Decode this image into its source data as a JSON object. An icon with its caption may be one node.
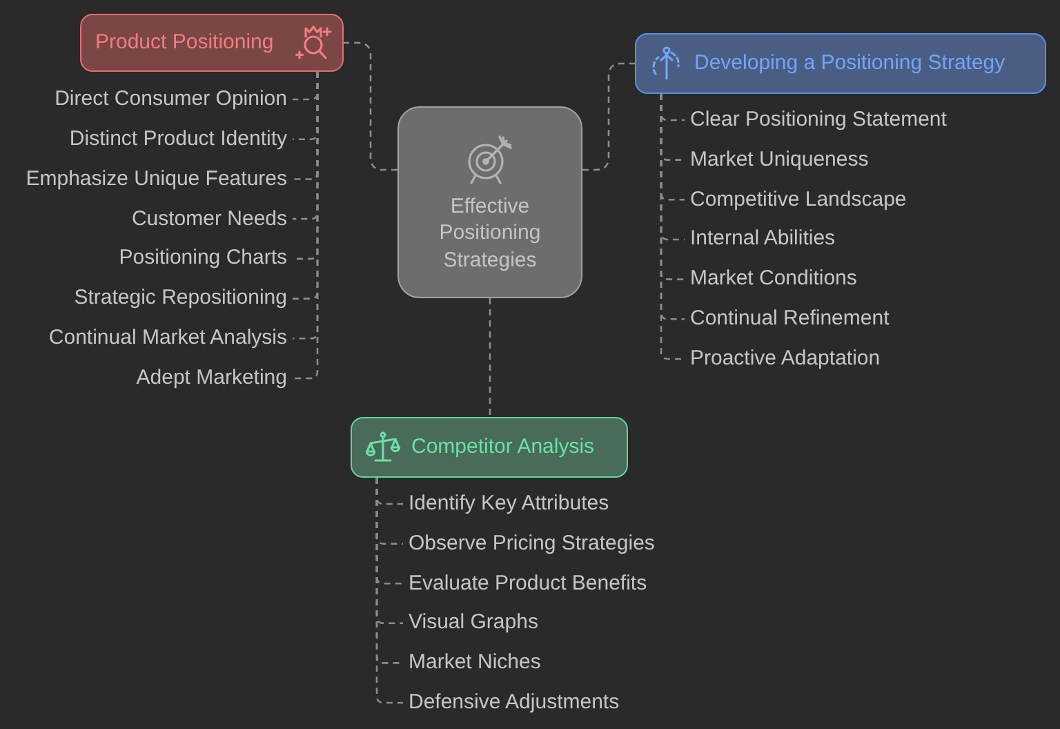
{
  "diagram": {
    "nodes": [
      {
        "text": [
          "Product Positioning"
        ]
      },
      {
        "text": [
          "Direct Consumer Opinion"
        ]
      },
      {
        "text": [
          "Distinct Product Identity"
        ]
      },
      {
        "text": [
          "Emphasize Unique Features"
        ]
      },
      {
        "text": [
          "Customer Needs"
        ]
      },
      {
        "text": [
          "Positioning Charts"
        ]
      },
      {
        "text": [
          "Strategic Repositioning"
        ]
      },
      {
        "text": [
          "Continual Market Analysis"
        ]
      },
      {
        "text": [
          "Adept Marketing"
        ]
      },
      {
        "text": [
          "Effective Positioning Strategies"
        ]
      },
      {
        "text": [
          "Developing a Positioning Strategy"
        ]
      },
      {
        "text": [
          "Clear Positioning Statement"
        ]
      },
      {
        "text": [
          "Market Uniqueness"
        ]
      },
      {
        "text": [
          "Competitive Landscape"
        ]
      },
      {
        "text": [
          "Internal Abilities"
        ]
      },
      {
        "text": [
          "Market Conditions"
        ]
      },
      {
        "text": [
          "Continual Refinement"
        ]
      },
      {
        "text": [
          "Proactive Adaptation"
        ]
      },
      {
        "text": [
          "Competitor Analysis"
        ]
      },
      {
        "text": [
          "Identify Key Attributes"
        ]
      },
      {
        "text": [
          "Observe Pricing Strategies"
        ]
      },
      {
        "text": [
          "Evaluate Product Benefits"
        ]
      },
      {
        "text": [
          "Visual Graphs"
        ]
      },
      {
        "text": [
          "Market Niches"
        ]
      },
      {
        "text": [
          "Defensive Adjustments"
        ]
      }
    ],
    "edges": [
      {
        "from": 9,
        "to": 0,
        "arrow": "none",
        "style": "dashed"
      },
      {
        "from": 9,
        "to": 10,
        "arrow": "none",
        "style": "dashed"
      },
      {
        "from": 9,
        "to": 18,
        "arrow": "none",
        "style": "dashed"
      },
      {
        "from": 0,
        "to": 1,
        "arrow": "none",
        "style": "dashed"
      },
      {
        "from": 0,
        "to": 2,
        "arrow": "none",
        "style": "dashed"
      },
      {
        "from": 0,
        "to": 3,
        "arrow": "none",
        "style": "dashed"
      },
      {
        "from": 0,
        "to": 4,
        "arrow": "none",
        "style": "dashed"
      },
      {
        "from": 0,
        "to": 5,
        "arrow": "none",
        "style": "dashed"
      },
      {
        "from": 0,
        "to": 6,
        "arrow": "none",
        "style": "dashed"
      },
      {
        "from": 0,
        "to": 7,
        "arrow": "none",
        "style": "dashed"
      },
      {
        "from": 0,
        "to": 8,
        "arrow": "none",
        "style": "dashed"
      },
      {
        "from": 10,
        "to": 11,
        "arrow": "none",
        "style": "dashed"
      },
      {
        "from": 10,
        "to": 12,
        "arrow": "none",
        "style": "dashed"
      },
      {
        "from": 10,
        "to": 13,
        "arrow": "none",
        "style": "dashed"
      },
      {
        "from": 10,
        "to": 14,
        "arrow": "none",
        "style": "dashed"
      },
      {
        "from": 10,
        "to": 15,
        "arrow": "none",
        "style": "dashed"
      },
      {
        "from": 10,
        "to": 16,
        "arrow": "none",
        "style": "dashed"
      },
      {
        "from": 10,
        "to": 17,
        "arrow": "none",
        "style": "dashed"
      },
      {
        "from": 18,
        "to": 19,
        "arrow": "none",
        "style": "dashed"
      },
      {
        "from": 18,
        "to": 20,
        "arrow": "none",
        "style": "dashed"
      },
      {
        "from": 18,
        "to": 21,
        "arrow": "none",
        "style": "dashed"
      },
      {
        "from": 18,
        "to": 22,
        "arrow": "none",
        "style": "dashed"
      },
      {
        "from": 18,
        "to": 23,
        "arrow": "none",
        "style": "dashed"
      },
      {
        "from": 18,
        "to": 24,
        "arrow": "none",
        "style": "dashed"
      }
    ]
  }
}
